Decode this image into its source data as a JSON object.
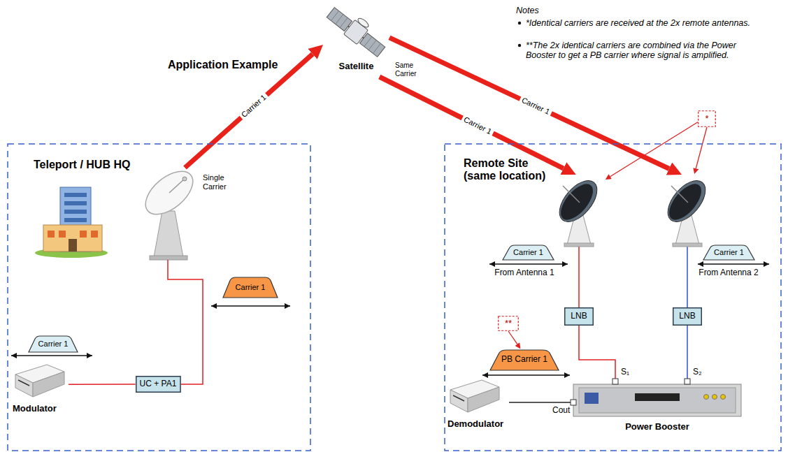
{
  "diagram": {
    "title": "Application Example",
    "nodes": [
      {
        "text": [
          "Satellite"
        ]
      },
      {
        "text": [
          "Teleport / HUB HQ"
        ]
      },
      {
        "text": [
          "Single Carrier"
        ],
        "in": 1
      },
      {
        "text": [
          "Carrier 1"
        ],
        "in": 1
      },
      {
        "text": [
          "Carrier 1"
        ],
        "in": 1
      },
      {
        "text": [
          "Modulator"
        ],
        "in": 1
      },
      {
        "text": [
          "UC + PA1"
        ],
        "in": 1
      },
      {
        "text": [
          "Remote Site (same location)"
        ]
      },
      {
        "text": [
          "From Antenna 1"
        ],
        "in": 7
      },
      {
        "text": [
          "From Antenna 2"
        ],
        "in": 7
      },
      {
        "text": [
          "Carrier 1"
        ],
        "in": 7
      },
      {
        "text": [
          "Carrier 1"
        ],
        "in": 7
      },
      {
        "text": [
          "LNB"
        ],
        "in": 7
      },
      {
        "text": [
          "LNB"
        ],
        "in": 7
      },
      {
        "text": [
          "**"
        ],
        "in": 7
      },
      {
        "text": [
          "PB Carrier 1"
        ],
        "in": 7
      },
      {
        "text": [
          "Power Booster"
        ],
        "in": 7
      },
      {
        "text": [
          "Demodulator"
        ],
        "in": 7
      },
      {
        "text": [
          "*"
        ]
      }
    ],
    "edges": [
      {
        "from": 2,
        "to": 0,
        "label": "Carrier 1",
        "arrow": "to"
      },
      {
        "from": 0,
        "to": 8,
        "label": "Carrier 1",
        "arrow": "to"
      },
      {
        "from": 0,
        "to": 9,
        "label": "Carrier 1",
        "arrow": "to"
      },
      {
        "from": 5,
        "to": 6,
        "arrow": "none"
      },
      {
        "from": 6,
        "to": 2,
        "arrow": "none"
      },
      {
        "from": 8,
        "to": 12,
        "arrow": "none"
      },
      {
        "from": 9,
        "to": 13,
        "arrow": "none"
      },
      {
        "from": 12,
        "to": 16,
        "arrow": "none"
      },
      {
        "from": 13,
        "to": 16,
        "arrow": "none"
      },
      {
        "from": 16,
        "to": 17,
        "arrow": "none"
      },
      {
        "from": 14,
        "to": 15,
        "arrow": "to"
      },
      {
        "from": 18,
        "to": 8,
        "arrow": "to"
      },
      {
        "from": 18,
        "to": 9,
        "arrow": "to"
      }
    ],
    "labels": [
      "Same Carrier",
      "Notes",
      "*Identical carriers are received at the 2x remote antennas.",
      "**The 2x identical carriers are combined via the Power Booster to get a PB carrier where signal is amplified.",
      "S₁",
      "S₂",
      "Cout"
    ]
  }
}
